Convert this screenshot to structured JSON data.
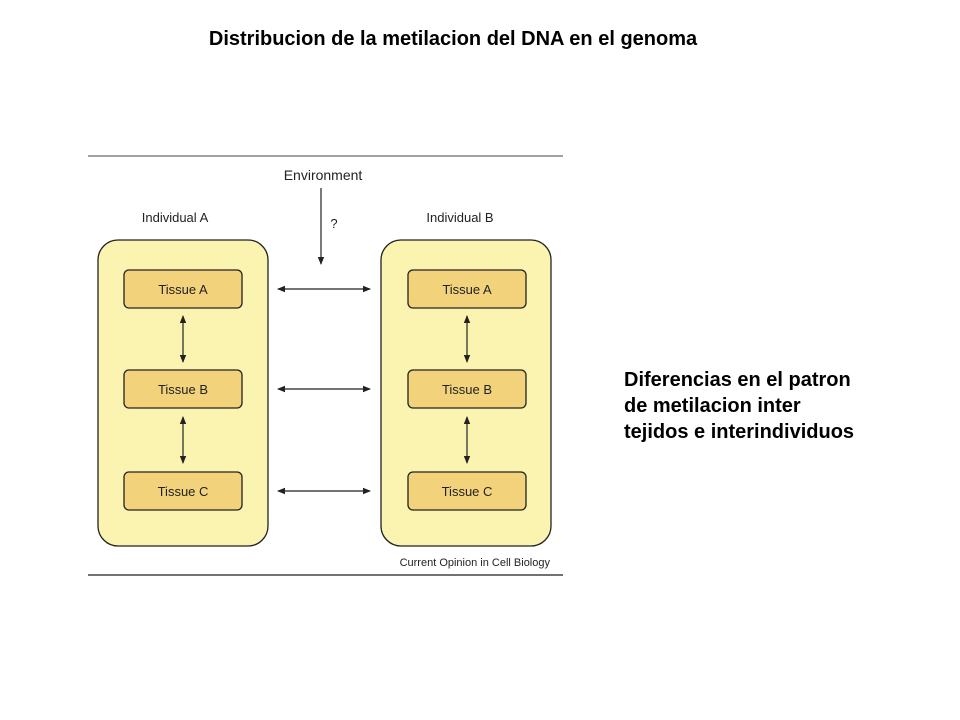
{
  "slide_title": "Distribucion de la metilacion del DNA en el genoma",
  "side_note": {
    "line1": "Diferencias en el patron",
    "line2": "de metilacion inter",
    "line3": "tejidos e interindividuos"
  },
  "diagram": {
    "environment_label": "Environment",
    "question_mark": "?",
    "individual_a_label": "Individual A",
    "individual_b_label": "Individual B",
    "individual_a_tissues": [
      "Tissue A",
      "Tissue B",
      "Tissue C"
    ],
    "individual_b_tissues": [
      "Tissue A",
      "Tissue B",
      "Tissue C"
    ],
    "source_credit": "Current Opinion in Cell Biology",
    "colors": {
      "individual_fill": "#fbf3b0",
      "tissue_fill": "#f2d27a",
      "stroke": "#222222"
    }
  }
}
